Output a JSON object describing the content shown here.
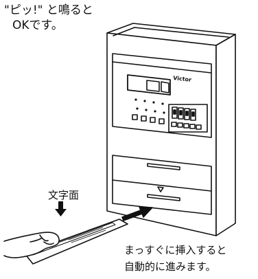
{
  "annotations": {
    "beep_line1": "\"ピッ!\" と鳴ると",
    "beep_line2": "OKです。",
    "face_label": "文字面",
    "insert_line1": "まっすぐに挿入すると",
    "insert_line2": "自動的に進みます。"
  },
  "device": {
    "brand": "Victor"
  },
  "icons": {
    "down_arrow": "down-arrow-icon",
    "insert_arrow": "insert-arrow-icon"
  }
}
